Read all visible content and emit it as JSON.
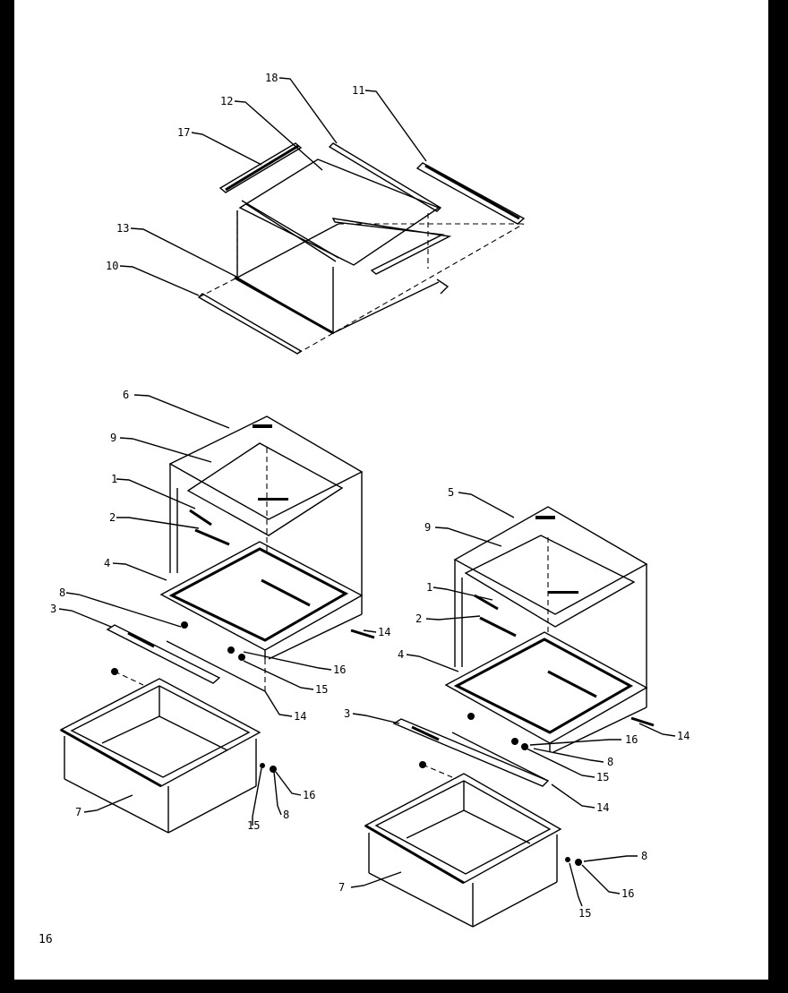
{
  "page_number": "16",
  "callouts": {
    "c18": "18",
    "c11": "11",
    "c12": "12",
    "c17": "17",
    "c13": "13",
    "c10": "10",
    "l6": "6",
    "l9": "9",
    "l1": "1",
    "l2": "2",
    "l4": "4",
    "l8a": "8",
    "l3": "3",
    "l14a": "14",
    "l16a": "16",
    "l15a": "15",
    "l14b": "14",
    "l7": "7",
    "l15b": "15",
    "l8b": "8",
    "l16b": "16",
    "r5": "5",
    "r9": "9",
    "r1": "1",
    "r2": "2",
    "r4": "4",
    "r3": "3",
    "r16a": "16",
    "r14a": "14",
    "r8a": "8",
    "r15a": "15",
    "r14b": "14",
    "r8b": "8",
    "r7": "7",
    "r16b": "16",
    "r15b": "15"
  }
}
